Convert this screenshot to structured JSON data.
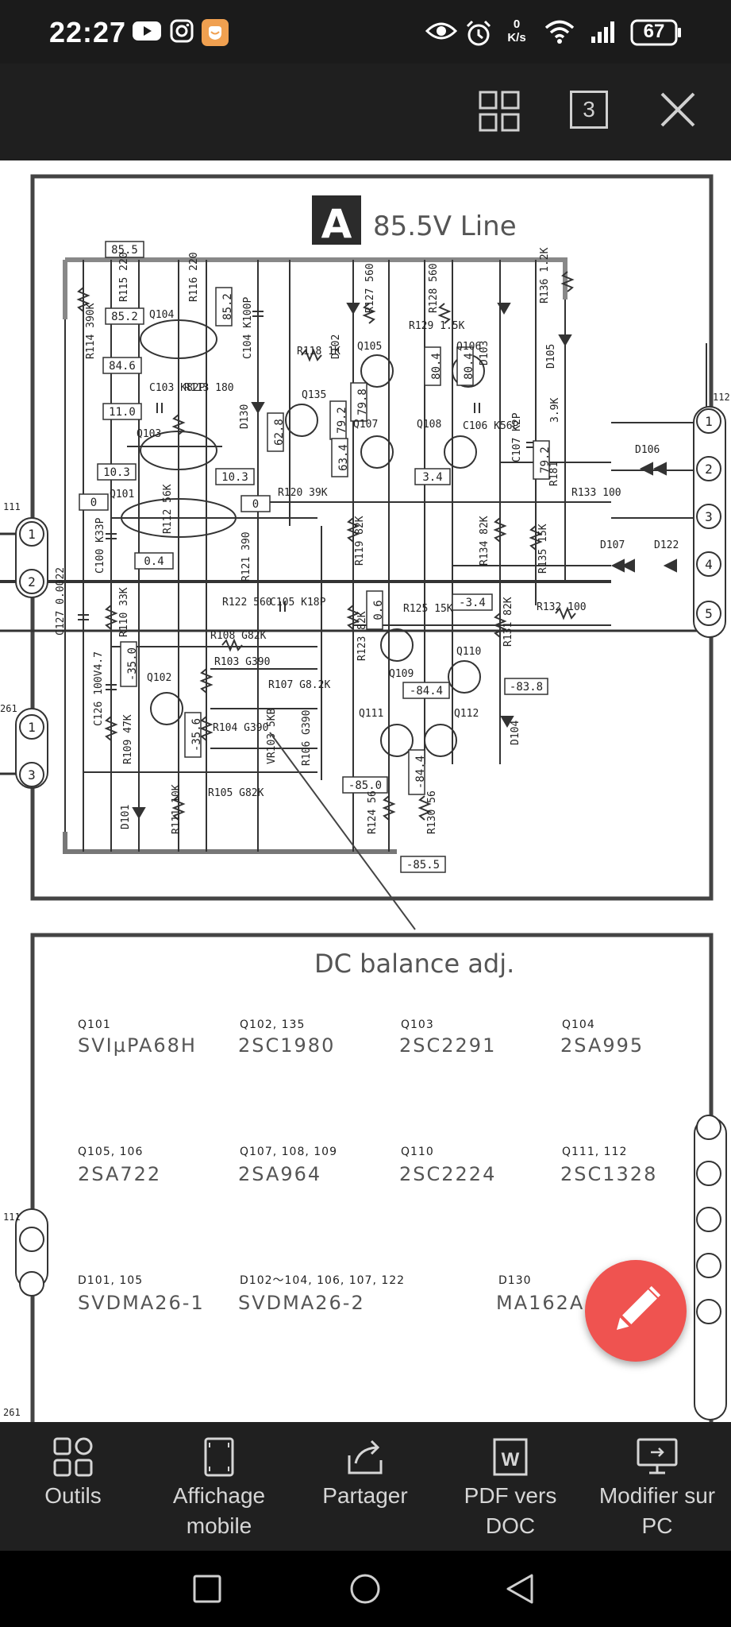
{
  "status_bar": {
    "time": "22:27",
    "net_speed_value": "0",
    "net_speed_unit": "K/s",
    "battery": "67",
    "icons": [
      "youtube-icon",
      "instagram-icon",
      "app-notification-icon",
      "eye-icon",
      "alarm-icon",
      "wifi-icon",
      "signal-icon",
      "battery-icon"
    ]
  },
  "toolbar": {
    "page_count": "3",
    "icons": [
      "grid-view-icon",
      "page-count-icon",
      "close-icon"
    ]
  },
  "document": {
    "section_letter": "A",
    "section_title": "85.5V Line",
    "dc_balance_label": "DC balance adj.",
    "voltage_labels": [
      "85.5",
      "85.2",
      "85.2",
      "84.6",
      "11.0",
      "10.3",
      "10.3",
      "0",
      "0",
      "0.4",
      "80.4",
      "80.4",
      "79.8",
      "79.2",
      "79.2",
      "62.8",
      "63.4",
      "3.4",
      "0.6",
      "-3.4",
      "-35.0",
      "-35.6",
      "-84.4",
      "-84.4",
      "-83.8",
      "-85.0",
      "-85.5"
    ],
    "component_labels": [
      "R114 390K",
      "R115 220",
      "R116 220",
      "C104 K100P",
      "Q104",
      "R127 560",
      "R128 560",
      "R136 1.2K",
      "R129 1.5K",
      "D102",
      "Q105",
      "Q106",
      "D103",
      "D105",
      "R118 1K",
      "Q135",
      "Q107",
      "Q108",
      "C106 K56P",
      "C107 K2P",
      "3.9K",
      "C103 K82P",
      "R113 180",
      "D130",
      "Q103",
      "R181",
      "D106",
      "Q101",
      "R112 56K",
      "R120 39K",
      "R133 100",
      "C100 K33P",
      "R121 390",
      "R119 82K",
      "R134 82K",
      "R135 15K",
      "D107",
      "D122",
      "C127 0.0022",
      "R110 33K",
      "R122 560",
      "C105 K18P",
      "R123 82K",
      "R125 15K",
      "R132 100",
      "R108 G82K",
      "R103 G390",
      "R107 G8.2K",
      "Q102",
      "Q109",
      "Q110",
      "R131 82K",
      "C126 100V4.7",
      "R109 47K",
      "R104 G390",
      "VR103 5KB",
      "R106 G390",
      "Q111",
      "Q112",
      "D104",
      "R105 G82K",
      "D101",
      "R111 10K",
      "R124 56",
      "R130 56"
    ],
    "connector_pins": [
      "1",
      "2",
      "3",
      "4",
      "5"
    ],
    "left_connector_pins": [
      "1",
      "2",
      "1",
      "3"
    ],
    "edge_labels": [
      "111",
      "261",
      "112",
      "111",
      "261"
    ],
    "parts_table": [
      {
        "ref": "Q101",
        "part": "SVIµPA68H"
      },
      {
        "ref": "Q102, 135",
        "part": "2SC1980"
      },
      {
        "ref": "Q103",
        "part": "2SC2291"
      },
      {
        "ref": "Q104",
        "part": "2SA995"
      },
      {
        "ref": "Q105, 106",
        "part": "2SA722"
      },
      {
        "ref": "Q107, 108, 109",
        "part": "2SA964"
      },
      {
        "ref": "Q110",
        "part": "2SC2224"
      },
      {
        "ref": "Q111, 112",
        "part": "2SC1328"
      },
      {
        "ref": "D101, 105",
        "part": "SVDMA26-1"
      },
      {
        "ref": "D102～104, 106, 107, 122",
        "part": "SVDMA26-2"
      },
      {
        "ref": "D130",
        "part": "MA162A"
      }
    ]
  },
  "fab": {
    "icon": "pencil-icon"
  },
  "bottom_bar": {
    "items": [
      {
        "label": "Outils",
        "icon": "tools-icon"
      },
      {
        "label": "Affichage mobile",
        "icon": "mobile-view-icon"
      },
      {
        "label": "Partager",
        "icon": "share-icon"
      },
      {
        "label": "PDF vers DOC",
        "icon": "pdf-to-doc-icon"
      },
      {
        "label": "Modifier sur PC",
        "icon": "edit-on-pc-icon"
      }
    ]
  },
  "nav_bar": {
    "icons": [
      "recent-apps-icon",
      "home-icon",
      "back-icon"
    ]
  }
}
